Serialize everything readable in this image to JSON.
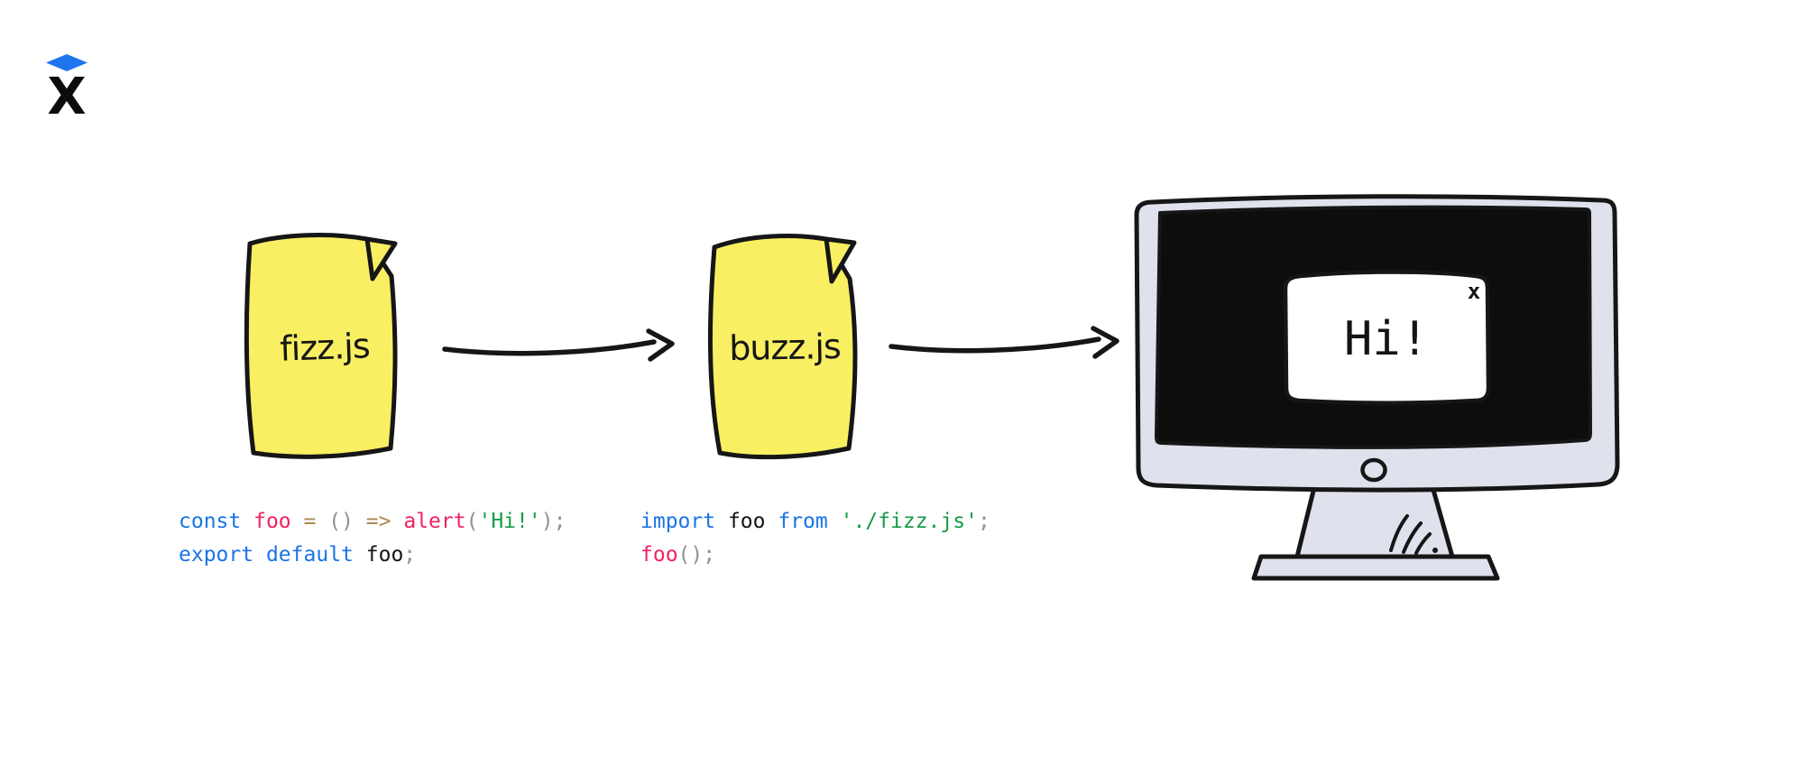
{
  "logo": {
    "letter": "X",
    "diamond_color": "#1F75EE",
    "letter_color": "#0c0c0c"
  },
  "papers": [
    {
      "label": "fizz.js"
    },
    {
      "label": "buzz.js"
    }
  ],
  "paper_style": {
    "fill": "#F9EF62",
    "stroke": "#161616"
  },
  "arrow_style": {
    "stroke": "#161616"
  },
  "monitor": {
    "bezel_color": "#DFE1EC",
    "screen_color": "#0d0d0d",
    "outline_color": "#161616",
    "dialog": {
      "message": "Hi!",
      "close_label": "x",
      "bg": "#ffffff",
      "text_color": "#141414"
    }
  },
  "code_colors": {
    "kw": "#1a73e8",
    "fn": "#f02360",
    "str": "#169c46",
    "op": "#ab8a51",
    "pun": "#909090",
    "plain": "#131313"
  },
  "code_blocks": [
    {
      "name": "fizz-code",
      "lines": [
        [
          {
            "t": "const",
            "c": "kw"
          },
          {
            "t": " ",
            "c": "plain"
          },
          {
            "t": "foo",
            "c": "fn"
          },
          {
            "t": " ",
            "c": "plain"
          },
          {
            "t": "=",
            "c": "op"
          },
          {
            "t": " ",
            "c": "plain"
          },
          {
            "t": "()",
            "c": "pun"
          },
          {
            "t": " ",
            "c": "plain"
          },
          {
            "t": "=>",
            "c": "op"
          },
          {
            "t": " ",
            "c": "plain"
          },
          {
            "t": "alert",
            "c": "fn"
          },
          {
            "t": "(",
            "c": "pun"
          },
          {
            "t": "'Hi!'",
            "c": "str"
          },
          {
            "t": ")",
            "c": "pun"
          },
          {
            "t": ";",
            "c": "pun"
          }
        ],
        [
          {
            "t": "export",
            "c": "kw"
          },
          {
            "t": " ",
            "c": "plain"
          },
          {
            "t": "default",
            "c": "kw"
          },
          {
            "t": " ",
            "c": "plain"
          },
          {
            "t": "foo",
            "c": "plain"
          },
          {
            "t": ";",
            "c": "pun"
          }
        ]
      ]
    },
    {
      "name": "buzz-code",
      "lines": [
        [
          {
            "t": "import",
            "c": "kw"
          },
          {
            "t": " ",
            "c": "plain"
          },
          {
            "t": "foo",
            "c": "plain"
          },
          {
            "t": " ",
            "c": "plain"
          },
          {
            "t": "from",
            "c": "kw"
          },
          {
            "t": " ",
            "c": "plain"
          },
          {
            "t": "'./fizz.js'",
            "c": "str"
          },
          {
            "t": ";",
            "c": "pun"
          }
        ],
        [
          {
            "t": "foo",
            "c": "fn"
          },
          {
            "t": "()",
            "c": "pun"
          },
          {
            "t": ";",
            "c": "pun"
          }
        ]
      ]
    }
  ]
}
